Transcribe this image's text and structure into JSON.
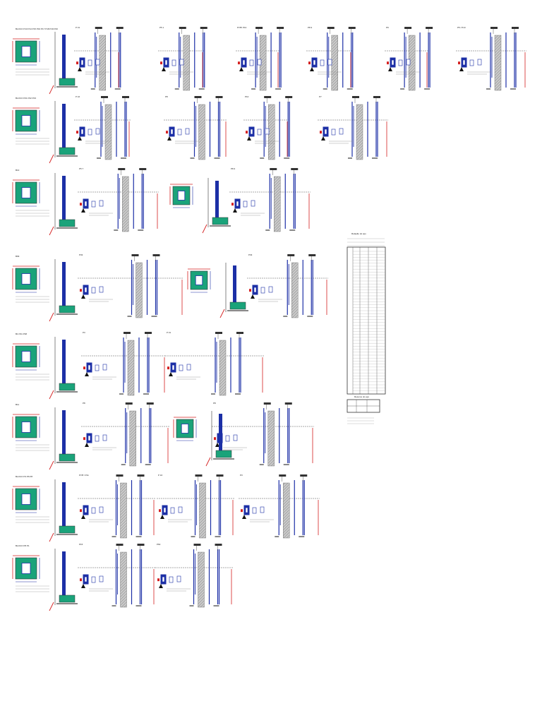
{
  "sheet": {
    "colors": {
      "rebar": "#1c2fa6",
      "dim": "#d42020",
      "concrete": "#1aa37a",
      "hatch": "#9a9a9a",
      "line": "#333333"
    },
    "row_titles": [
      "BLOCO P13 P14 P15 P16 P17 P18 P19 P20",
      "BLOCO P21 P22 P23",
      "B13",
      "B09",
      "B1 P21 P38",
      "B11",
      "BLOCO P3 P6 P8",
      "BLOCO P8 P1"
    ],
    "pillar_labels": [
      [
        "P 31",
        "P5 1",
        "P7/8/ P13",
        "P8.3",
        "P9",
        "P5 / P10"
      ],
      [
        "P 16",
        "P8",
        "P10",
        "P7"
      ],
      [
        "P5 7",
        "P8.3"
      ],
      [
        "P33",
        "P33"
      ],
      [
        "P3",
        "P 31"
      ],
      [
        "P8",
        "P8"
      ],
      [
        "P7/8 / P11",
        "P 16",
        "P3"
      ],
      [
        "P15",
        "P60"
      ]
    ],
    "table": {
      "title": "Relação do aço",
      "summary_title": "Resumo do aço"
    }
  }
}
